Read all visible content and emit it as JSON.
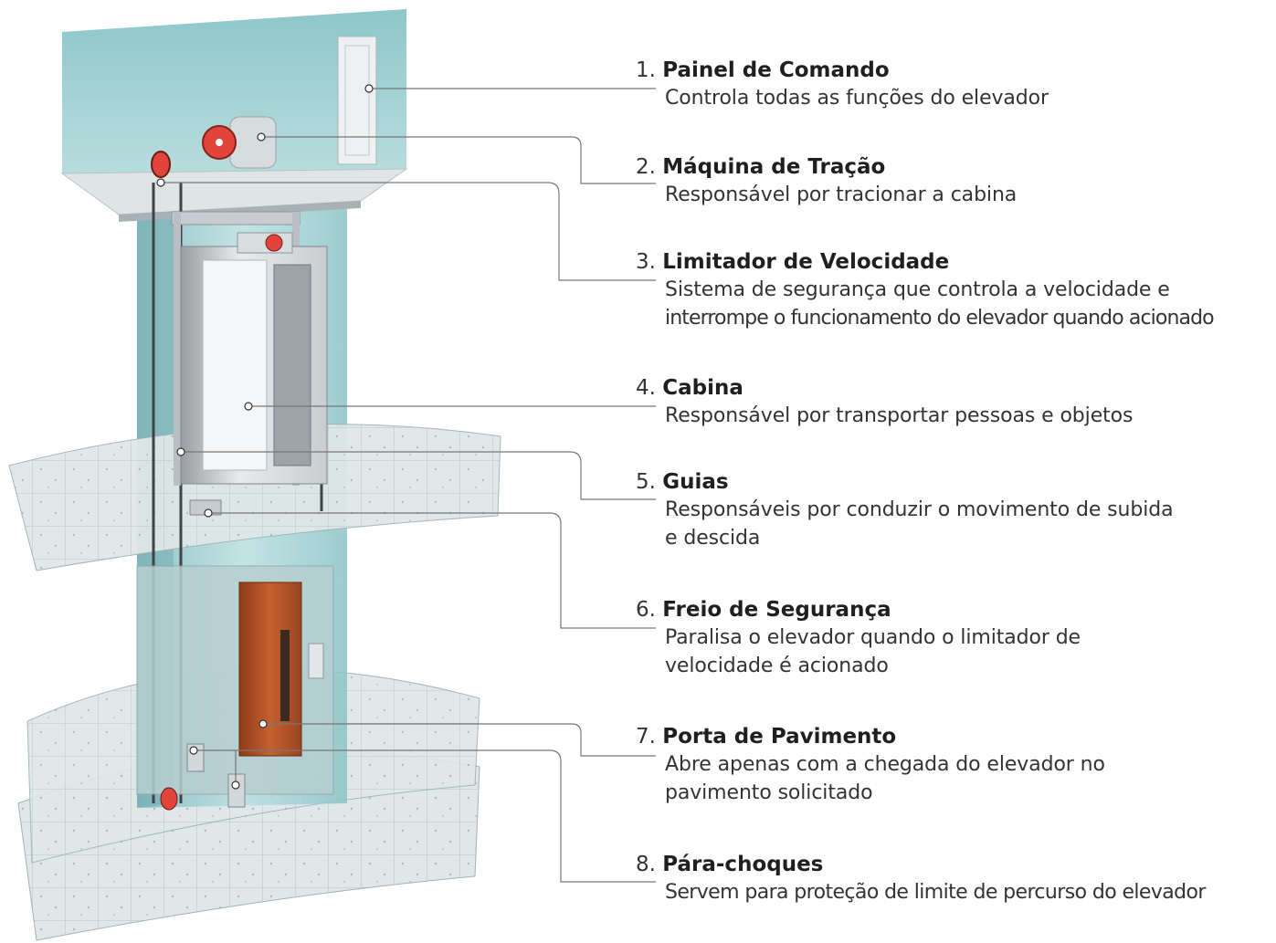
{
  "callouts": [
    {
      "number": "1.",
      "title": "Painel de Comando",
      "lines": [
        "Controla todas as funções do elevador"
      ]
    },
    {
      "number": "2.",
      "title": "Máquina de Tração",
      "lines": [
        "Responsável por tracionar a cabina"
      ]
    },
    {
      "number": "3.",
      "title": "Limitador de Velocidade",
      "lines": [
        "Sistema de segurança que controla a velocidade e",
        "interrompe o funcionamento do elevador quando acionado"
      ]
    },
    {
      "number": "4.",
      "title": "Cabina",
      "lines": [
        "Responsável por transportar pessoas e objetos"
      ]
    },
    {
      "number": "5.",
      "title": "Guias",
      "lines": [
        "Responsáveis por conduzir o movimento de subida",
        "e descida"
      ]
    },
    {
      "number": "6.",
      "title": "Freio de Segurança",
      "lines": [
        "Paralisa o elevador quando o limitador de",
        "velocidade é acionado"
      ]
    },
    {
      "number": "7.",
      "title": "Porta de Pavimento",
      "lines": [
        "Abre apenas com a chegada do elevador no",
        "pavimento solicitado"
      ]
    },
    {
      "number": "8.",
      "title": "Pára-choques",
      "lines": [
        "Servem para proteção de limite de percurso do elevador"
      ]
    }
  ],
  "colors": {
    "shaft_glass": "#a9d4d6",
    "shaft_glass_dark": "#7fb7bb",
    "floor_tile": "#d8e3e4",
    "door_wood": "#b5532a",
    "sheave_red": "#e0443a",
    "leader_line": "#777777"
  }
}
